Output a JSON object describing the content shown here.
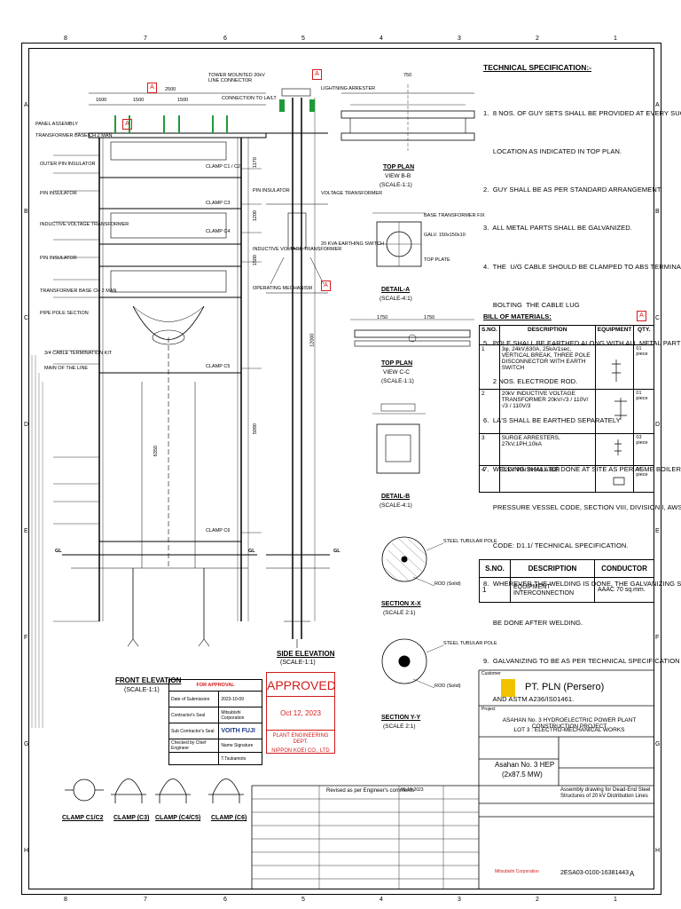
{
  "colors": {
    "line": "#000000",
    "stamp_red": "#d41a1a",
    "green_insulator": "#1f9a3a",
    "pln_yellow": "#f2c200"
  },
  "grid": {
    "cols": [
      "8",
      "7",
      "6",
      "5",
      "4",
      "3",
      "2",
      "1"
    ],
    "rows": [
      "A",
      "B",
      "C",
      "D",
      "E",
      "F",
      "G",
      "H"
    ]
  },
  "spec": {
    "title": "TECHNICAL SPECIFICATION:-",
    "items": [
      "1.  8 NOS. OF GUY SETS SHALL BE PROVIDED AT EVERY SUCH",
      "     LOCATION AS INDICATED IN TOP PLAN.",
      "2.  GUY SHALL BE AS PER STANDARD ARRANGEMENT.",
      "3.  ALL METAL PARTS SHALL BE GALVANIZED.",
      "4.  THE  U/G CABLE SHOULD BE CLAMPED TO ABS TERMINAL BY",
      "     BOLTING  THE CABLE LUG",
      "5.  POLE SHALL BE EARTHED ALONG WITH ALL METAL PARTS WITH",
      "     2 NOS. ELECTRODE ROD.",
      "6.  LA'S SHALL BE EARTHED SEPARATELY",
      "7.  WELDING SHALL BE DONE AT SITE AS PER ASME BOILER &",
      "     PRESSURE VESSEL CODE, SECTION VIII, DIVISION I, AWS",
      "     CODE: D1.1/ TECHNICAL SPECIFICATION.",
      "8.  WHEREVER THE WELDING IS DONE, THE GALVANIZING SHALL",
      "     BE DONE AFTER WELDING.",
      "9.  GALVANIZING TO BE AS PER TECHNICAL SPECIFICATION",
      "     AND ASTM A236/IS01461."
    ]
  },
  "bom": {
    "title": "BILL OF MATERIALS:",
    "headers": [
      "S.NO.",
      "DESCRIPTION",
      "EQUIPMENT",
      "QTY."
    ],
    "rows": [
      {
        "sno": "1",
        "desc": "3φ, 24kV,630A, 25kA/1sec, VERTICAL BREAK, THREE POLE DISCONNECTOR WITH EARTH SWITCH",
        "qty": "01 piece"
      },
      {
        "sno": "2",
        "desc": "20kV INDUCTIVE VOLTAGE TRANSFORMER  20kV/√3 / 110V/√3 / 110V/3",
        "qty": "01 piece"
      },
      {
        "sno": "3",
        "desc": "SURGE ARRESTERS, 27kV,1PH,10kA",
        "qty": "03 piece"
      },
      {
        "sno": "4",
        "desc": "22kV PIN INSULATOR",
        "qty": "06 piece"
      }
    ]
  },
  "conductor": {
    "headers": [
      "S.NO.",
      "DESCRIPTION",
      "CONDUCTOR"
    ],
    "rows": [
      {
        "sno": "1",
        "desc": "EQUIPMENT INTERCONNECTION",
        "cond": "AAAC 70 sq.mm."
      }
    ]
  },
  "views": {
    "front": {
      "title": "FRONT ELEVATION",
      "scale": "(SCALE-1:1)"
    },
    "side": {
      "title": "SIDE ELEVATION",
      "scale": "(SCALE-1:1)"
    },
    "top_b": {
      "title": "TOP PLAN",
      "view": "VIEW B-B",
      "scale": "(SCALE-1:1)"
    },
    "detail_a": {
      "title": "DETAIL-A",
      "scale": "(SCALE-4:1)"
    },
    "top_c": {
      "title": "TOP PLAN",
      "view": "VIEW C-C",
      "scale": "(SCALE-1:1)"
    },
    "detail_b": {
      "title": "DETAIL-B",
      "scale": "(SCALE-4:1)"
    },
    "section_x": {
      "title": "SECTION X-X",
      "scale": "(SCALE 2:1)"
    },
    "section_y": {
      "title": "SECTION Y-Y",
      "scale": "(SCALE 2:1)"
    },
    "clamps": [
      "CLAMP C1/C2",
      "CLAMP (C3)",
      "CLAMP (C4/C5)",
      "CLAMP (C6)"
    ]
  },
  "labels": {
    "front": [
      "PANEL ASSEMBLY",
      "TRANSFORMER BASE CH 2 MAN",
      "OUTER PIN INSULATOR",
      "PIN INSULATOR",
      "INDUCTIVE VOLTAGE TRANSFORMER",
      "PIN INSULATOR",
      "TRANSFORMER BASE CH 2 MAN",
      "PIPE POLE SECTION",
      "3/4 CABLE TERMINATION KIT",
      "MAIN OF THE LINE",
      "CLAMP C1 / C2",
      "CLAMP C3",
      "CLAMP C4",
      "CLAMP C5",
      "CLAMP C6",
      "GL",
      "GL"
    ],
    "side": [
      "TOWER MOUNTED 20kV LINE CONNECTOR",
      "LIGHTNING ARRESTER",
      "CONNECTION TO LA/LT",
      "PIN INSULATOR",
      "VOLTAGE TRANSFORMER",
      "INDUCTIVE VOLTAGE TRANSFORMER",
      "20 KVA EARTHING SWITCH",
      "OPERATING MECHANISM",
      "GL"
    ],
    "dims": [
      "1600",
      "1500",
      "1500",
      "2500",
      "1170",
      "1200",
      "1500",
      "5090",
      "1750",
      "1750",
      "750",
      "12000",
      "6350"
    ],
    "details": [
      "BASE TRANSFORMER FIX",
      "GALV. 150x150x10",
      "TOP PLATE",
      "STEEL TUBULAR POLE",
      "ROD (Solid)"
    ]
  },
  "approval": {
    "header": "FOR APPROVAL",
    "rows": [
      {
        "k": "Date of Submission",
        "v": "2023-10-09"
      },
      {
        "k": "Contractor's Seal",
        "v": "Mitsubishi Corporation"
      },
      {
        "k": "Sub Contractor's Seal",
        "v": "VOITH FUJI"
      },
      {
        "k": "Checked by Chief Engineer",
        "v": "Name  Signature"
      },
      {
        "k": "",
        "v": "T.Tsukamoto"
      }
    ]
  },
  "stamp": {
    "title": "APPROVED",
    "date": "Oct 12, 2023",
    "dept": "PLANT ENGINEERING DEPT.",
    "org": "NIPPON KOEI CO., LTD"
  },
  "customer": {
    "label": "Customer",
    "name": "PT. PLN (Persero)"
  },
  "project": {
    "label": "Project",
    "line1": "ASAHAN No. 3 HYDROELECTRIC POWER PLANT CONSTRUCTION PROJECT",
    "line2": "LOT 3 : ELECTRO-MECHANICAL WORKS"
  },
  "site": {
    "name": "Asahan No. 3 HEP",
    "units": "(2x87.5 MW)"
  },
  "title_block": {
    "revision_note": "Revised as per Engineer's comments",
    "rev_date": "06-10-2023",
    "drawing_title": "Assembly drawing for Dead-End Steel Structures of 20 kV Distribution Lines",
    "drawing_no": "2ESA03-0100-16381443",
    "rev": "A",
    "company": "Mitsubishi Corporation"
  },
  "rev_markers": [
    "A",
    "A",
    "A",
    "A",
    "A"
  ]
}
